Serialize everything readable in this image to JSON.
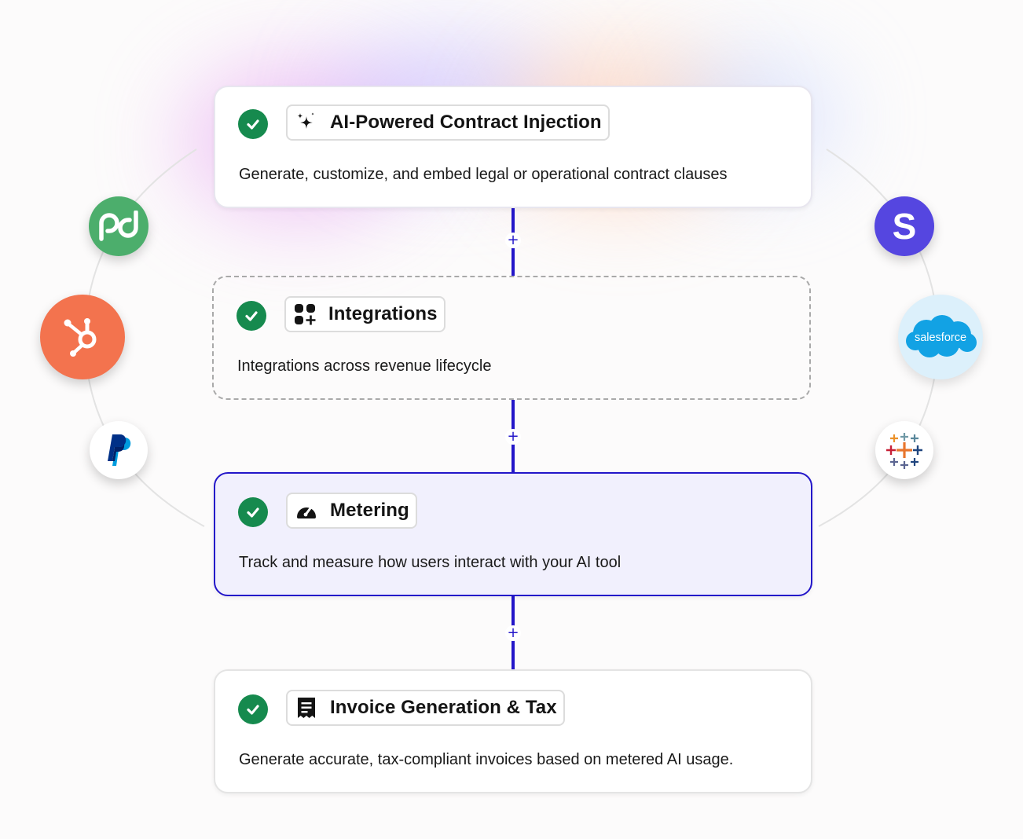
{
  "steps": [
    {
      "title": "AI-Powered Contract Injection",
      "description": "Generate, customize, and embed legal or operational contract clauses",
      "icon": "sparkles-icon",
      "status": "completed"
    },
    {
      "title": "Integrations",
      "description": "Integrations across revenue lifecycle",
      "icon": "apps-add-icon",
      "status": "completed"
    },
    {
      "title": "Metering",
      "description": "Track and measure how users interact with your AI tool",
      "icon": "speedometer-icon",
      "status": "completed"
    },
    {
      "title": "Invoice Generation & Tax",
      "description": "Generate accurate, tax-compliant invoices based on metered AI usage.",
      "icon": "receipt-icon",
      "status": "completed"
    }
  ],
  "connector_symbol": "+",
  "integrations_left": [
    "pandadoc-logo",
    "hubspot-logo",
    "paypal-logo"
  ],
  "integrations_right": [
    {
      "name": "stripe-logo",
      "label": "S"
    },
    {
      "name": "salesforce-logo",
      "label": "salesforce"
    },
    {
      "name": "tableau-logo"
    }
  ],
  "colors": {
    "accent": "#2316c9",
    "check": "#168a4e",
    "active_bg": "#f1f0fd",
    "pandadoc": "#4cae6c",
    "hubspot": "#f3734e",
    "stripe": "#5546e0",
    "salesforce": "#12a2e4"
  }
}
